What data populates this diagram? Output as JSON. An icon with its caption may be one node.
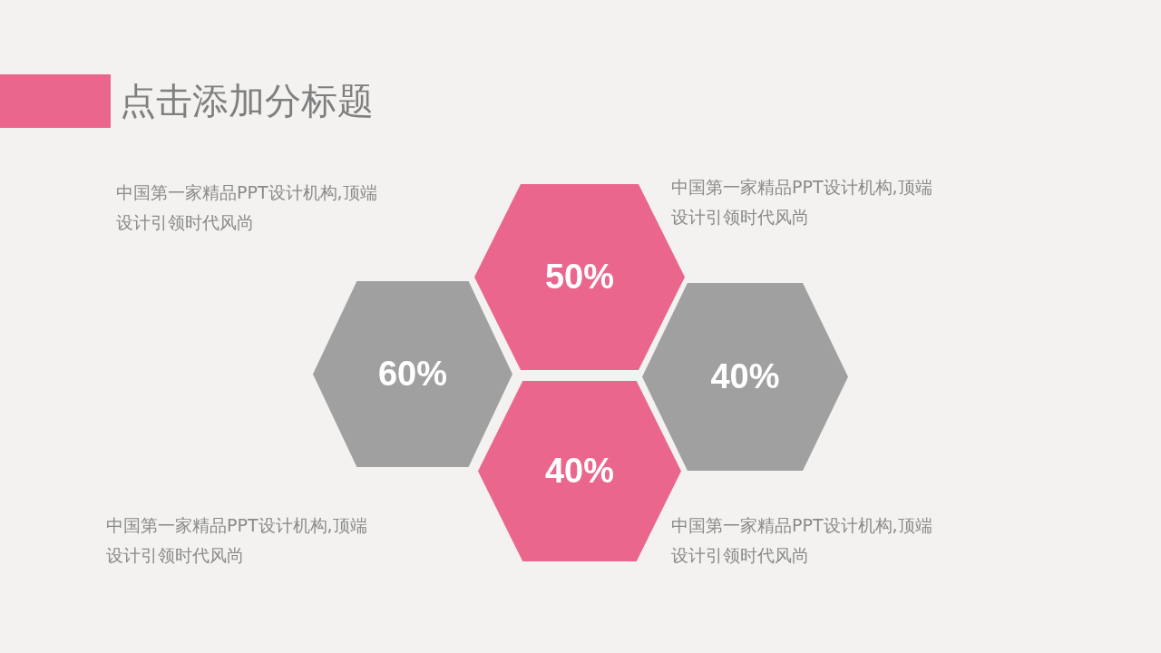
{
  "diagram": {
    "title": "点击添加分标题",
    "nodes": [
      {
        "text": [
          "50%"
        ]
      },
      {
        "text": [
          "60%"
        ]
      },
      {
        "text": [
          "40%"
        ]
      },
      {
        "text": [
          "40%"
        ]
      }
    ],
    "edges": [],
    "labels": [
      "中国第一家精品PPT设计机构,顶端设计引领时代风尚",
      "中国第一家精品PPT设计机构,顶端设计引领时代风尚",
      "中国第一家精品PPT设计机构,顶端设计引领时代风尚",
      "中国第一家精品PPT设计机构,顶端设计引领时代风尚"
    ]
  }
}
